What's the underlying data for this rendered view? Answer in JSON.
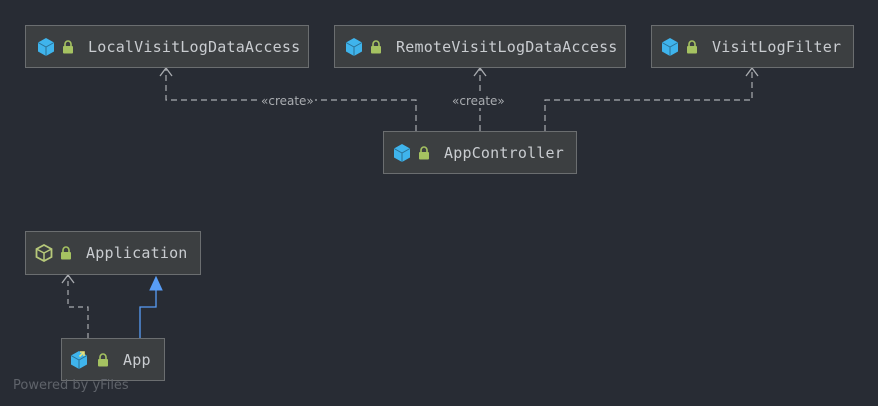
{
  "nodes": {
    "local_access": {
      "label": "LocalVisitLogDataAccess",
      "kind": "class"
    },
    "remote_access": {
      "label": "RemoteVisitLogDataAccess",
      "kind": "class"
    },
    "visit_filter": {
      "label": "VisitLogFilter",
      "kind": "class"
    },
    "app_controller": {
      "label": "AppController",
      "kind": "class"
    },
    "application": {
      "label": "Application",
      "kind": "interface"
    },
    "app": {
      "label": "App",
      "kind": "class-entry"
    }
  },
  "edges": {
    "create_label_1": "«create»",
    "create_label_2": "«create»"
  },
  "relations": [
    {
      "from": "AppController",
      "to": "LocalVisitLogDataAccess",
      "type": "dependency",
      "label": "«create»"
    },
    {
      "from": "AppController",
      "to": "RemoteVisitLogDataAccess",
      "type": "dependency",
      "label": "«create»"
    },
    {
      "from": "AppController",
      "to": "VisitLogFilter",
      "type": "dependency"
    },
    {
      "from": "App",
      "to": "Application",
      "type": "dependency"
    },
    {
      "from": "App",
      "to": "Application",
      "type": "realization"
    }
  ],
  "icons": {
    "class": "class-cube-icon",
    "interface": "interface-cube-icon",
    "entry": "entry-class-icon",
    "lock": "lock-icon"
  },
  "colors": {
    "background": "#282c34",
    "node_fill": "#3c3f41",
    "class_icon": "#3fb4ec",
    "interface_icon": "#b7c97a",
    "lock_icon": "#a5c261",
    "dependency_edge": "#a9acb0",
    "realization_edge": "#589df6"
  },
  "footer": "Powered by yFiles"
}
